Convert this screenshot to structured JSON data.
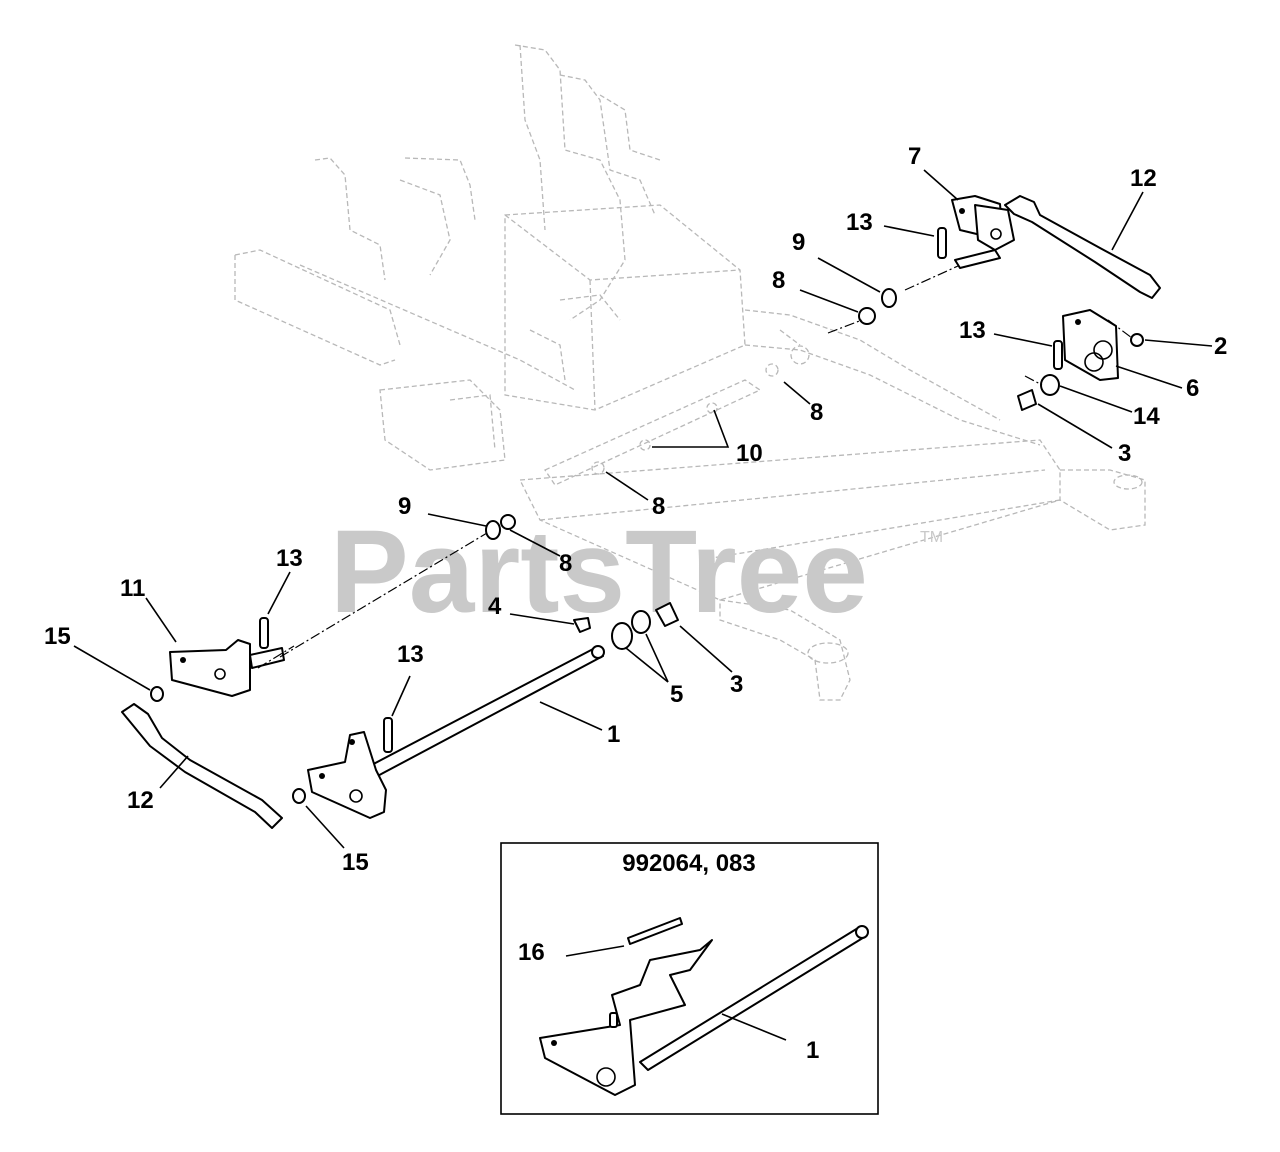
{
  "watermark": {
    "text": "PartsTree",
    "trademark": "TM"
  },
  "inset": {
    "title": "992064, 083"
  },
  "callouts": [
    {
      "id": "c7",
      "label": "7"
    },
    {
      "id": "c12a",
      "label": "12"
    },
    {
      "id": "c13a",
      "label": "13"
    },
    {
      "id": "c9a",
      "label": "9"
    },
    {
      "id": "c8a",
      "label": "8"
    },
    {
      "id": "c13b",
      "label": "13"
    },
    {
      "id": "c2",
      "label": "2"
    },
    {
      "id": "c6",
      "label": "6"
    },
    {
      "id": "c14",
      "label": "14"
    },
    {
      "id": "c8b",
      "label": "8"
    },
    {
      "id": "c3a",
      "label": "3"
    },
    {
      "id": "c10",
      "label": "10"
    },
    {
      "id": "c8c",
      "label": "8"
    },
    {
      "id": "c9b",
      "label": "9"
    },
    {
      "id": "c8d",
      "label": "8"
    },
    {
      "id": "c13c",
      "label": "13"
    },
    {
      "id": "c11",
      "label": "11"
    },
    {
      "id": "c4",
      "label": "4"
    },
    {
      "id": "c15a",
      "label": "15"
    },
    {
      "id": "c13d",
      "label": "13"
    },
    {
      "id": "c5",
      "label": "5"
    },
    {
      "id": "c3b",
      "label": "3"
    },
    {
      "id": "c1a",
      "label": "1"
    },
    {
      "id": "c12b",
      "label": "12"
    },
    {
      "id": "c15b",
      "label": "15"
    },
    {
      "id": "c16",
      "label": "16"
    },
    {
      "id": "c1b",
      "label": "1"
    }
  ]
}
